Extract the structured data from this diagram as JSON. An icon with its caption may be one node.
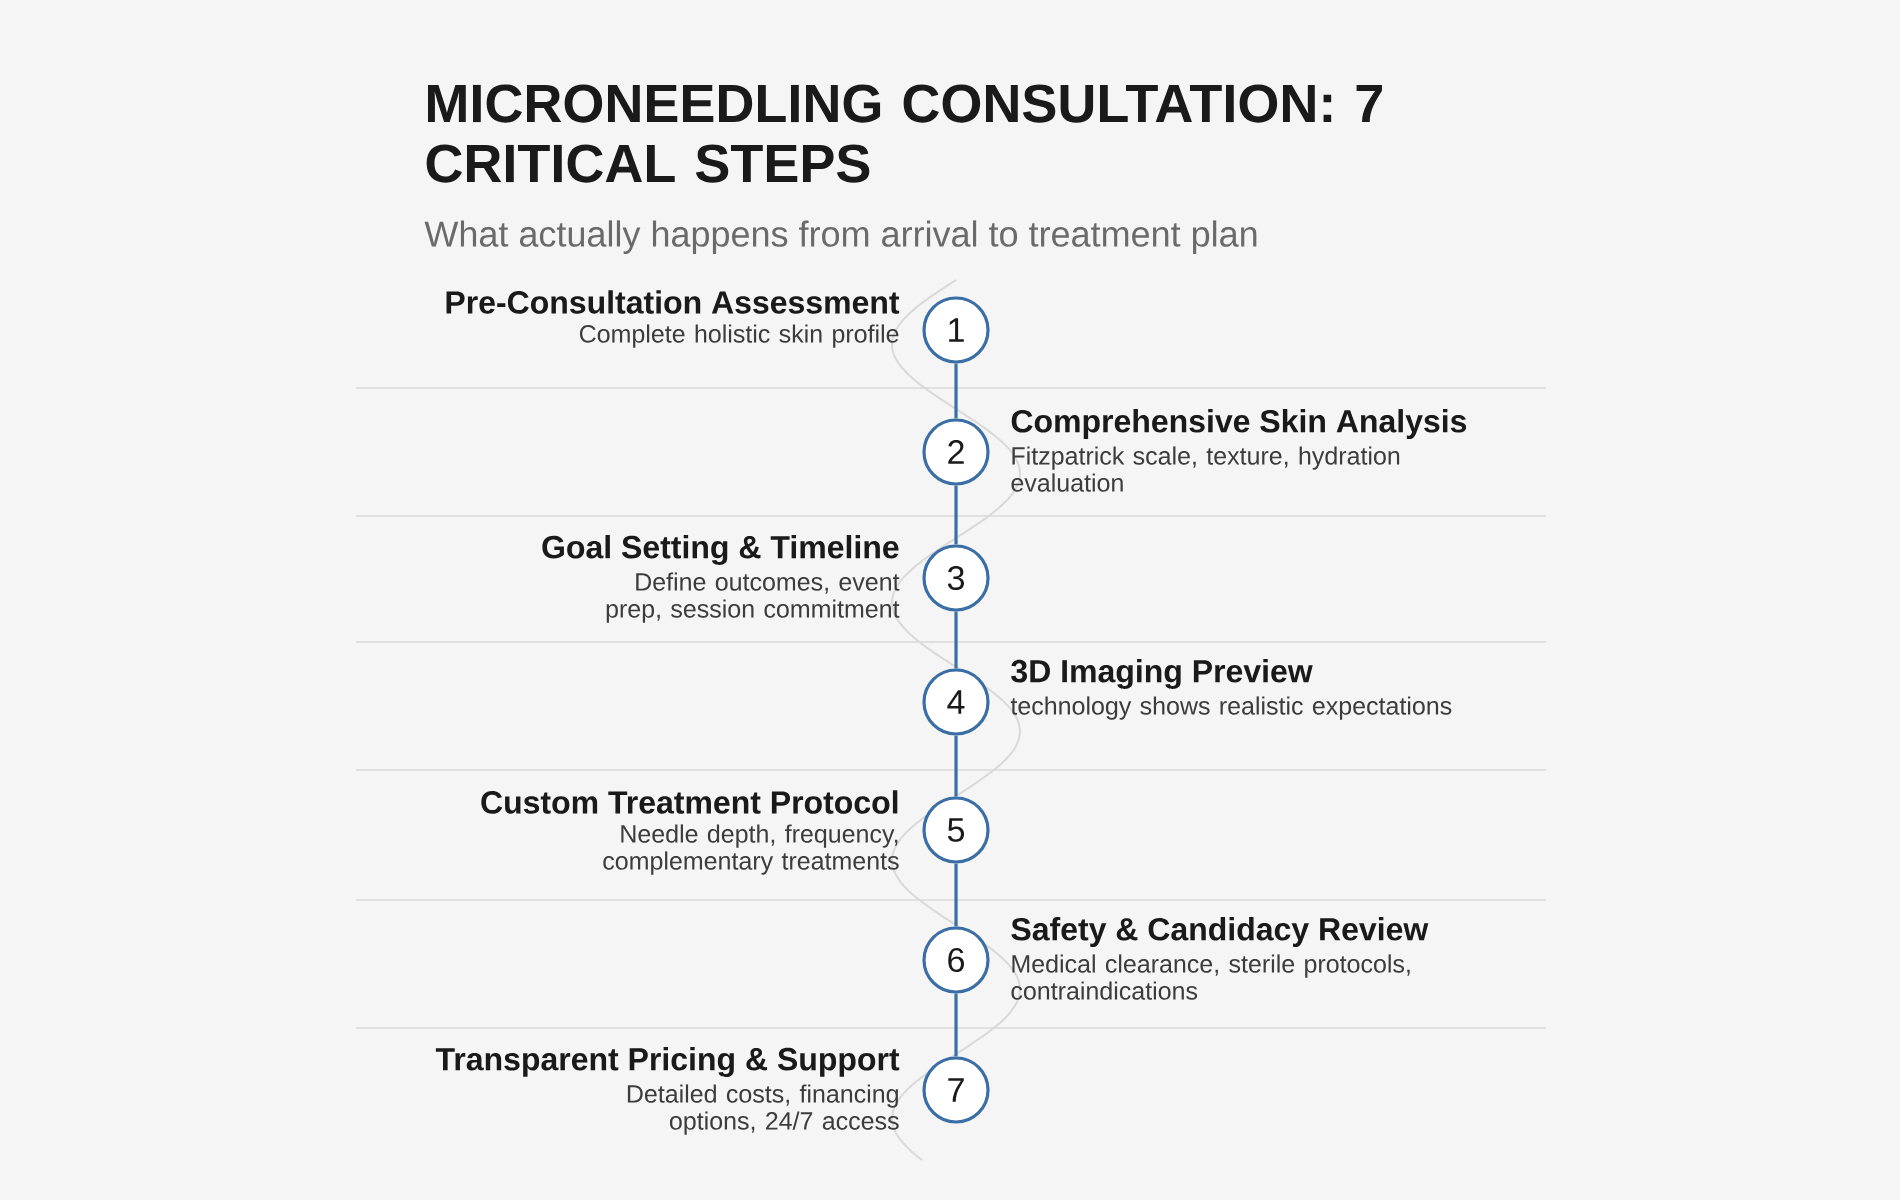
{
  "diagram": {
    "title": "MICRONEEDLING CONSULTATION: 7 CRITICAL STEPS",
    "labels": [
      "What actually happens from arrival to treatment plan"
    ],
    "nodes": [
      {
        "text": [
          "1"
        ],
        "beside": [
          "Pre-Consultation Assessment",
          "Complete holistic skin profile"
        ]
      },
      {
        "text": [
          "2"
        ],
        "beside": [
          "Comprehensive Skin Analysis",
          "Fitzpatrick scale, texture, hydration evaluation"
        ]
      },
      {
        "text": [
          "3"
        ],
        "beside": [
          "Goal Setting & Timeline",
          "Define outcomes, event prep, session commitment"
        ]
      },
      {
        "text": [
          "4"
        ],
        "beside": [
          "3D Imaging Preview",
          "technology shows realistic expectations"
        ]
      },
      {
        "text": [
          "5"
        ],
        "beside": [
          "Custom Treatment Protocol",
          "Needle depth, frequency, complementary treatments"
        ]
      },
      {
        "text": [
          "6"
        ],
        "beside": [
          "Safety & Candidacy Review",
          "Medical clearance, sterile protocols, contraindications"
        ]
      },
      {
        "text": [
          "7"
        ],
        "beside": [
          "Transparent Pricing & Support",
          "Detailed costs, financing options, 24/7 access"
        ]
      }
    ],
    "edges": [
      {
        "from": 0,
        "to": 1,
        "arrow": "none"
      },
      {
        "from": 1,
        "to": 2,
        "arrow": "none"
      },
      {
        "from": 2,
        "to": 3,
        "arrow": "none"
      },
      {
        "from": 3,
        "to": 4,
        "arrow": "none"
      },
      {
        "from": 4,
        "to": 5,
        "arrow": "none"
      },
      {
        "from": 5,
        "to": 6,
        "arrow": "none"
      }
    ]
  }
}
